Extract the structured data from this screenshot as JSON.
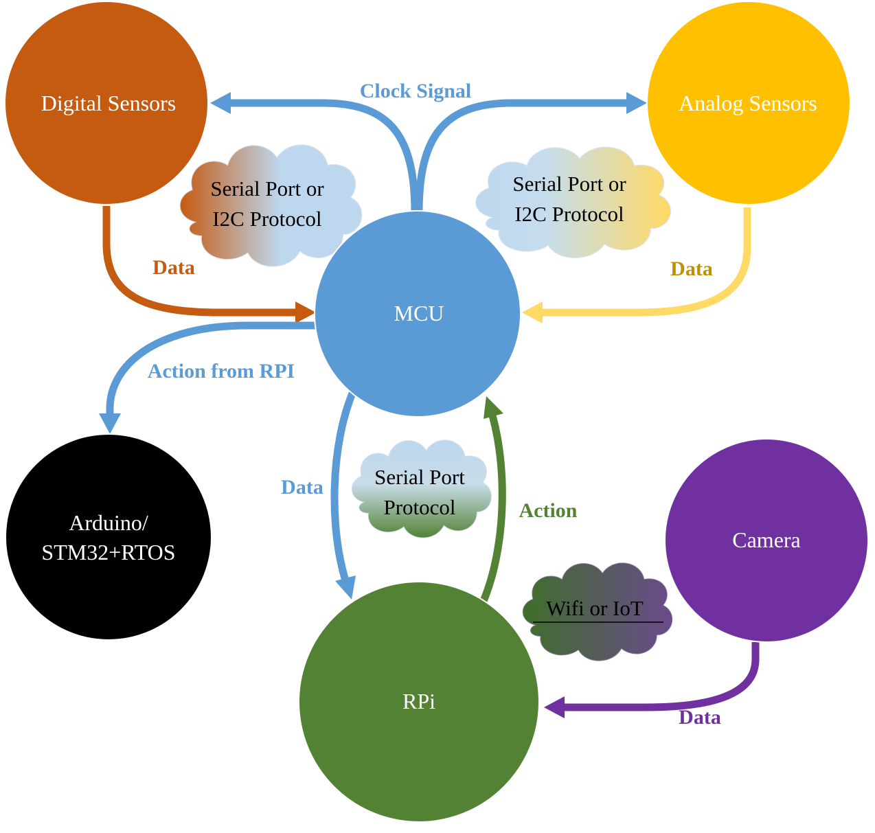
{
  "colors": {
    "digital": "#C55A11",
    "analog": "#FFC000",
    "analog_line": "#FFD966",
    "mcu": "#5B9BD5",
    "rpi": "#548235",
    "camera": "#7030A0",
    "arduino": "#000000",
    "analog_data_text": "#BF9000"
  },
  "nodes": {
    "digital": "Digital Sensors",
    "analog": "Analog Sensors",
    "mcu": "MCU",
    "arduino_line1": "Arduino/",
    "arduino_line2": "STM32+RTOS",
    "camera": "Camera",
    "rpi": "RPi"
  },
  "clouds": {
    "left_line1": "Serial Port or",
    "left_line2": "I2C Protocol",
    "right_line1": "Serial Port or",
    "right_line2": "I2C Protocol",
    "middle_line1": "Serial Port",
    "middle_line2": "Protocol",
    "wifi": "Wifi or IoT"
  },
  "edges": {
    "clock_signal": "Clock Signal",
    "digital_data": "Data",
    "analog_data": "Data",
    "action_from_rpi": "Action from RPI",
    "mcu_to_rpi_data": "Data",
    "rpi_action": "Action",
    "camera_data": "Data"
  }
}
